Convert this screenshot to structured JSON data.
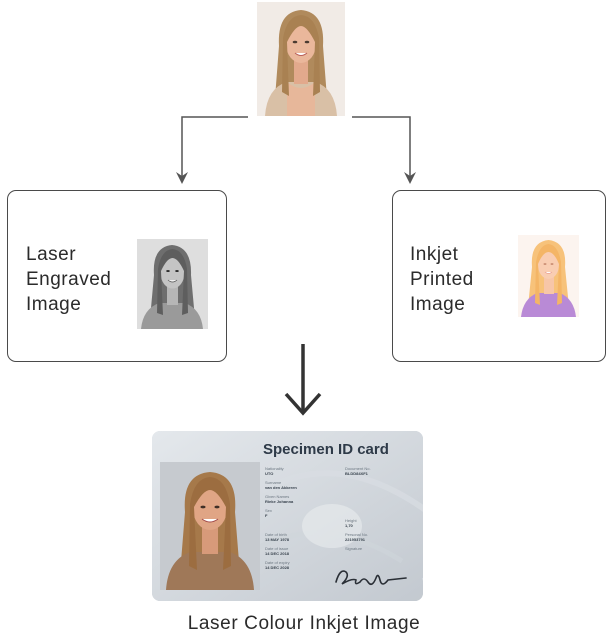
{
  "labels": {
    "left": [
      "Laser",
      "Engraved",
      "Image"
    ],
    "right": [
      "Inkjet",
      "Printed",
      "Image"
    ],
    "caption": "Laser Colour Inkjet Image"
  },
  "id_card": {
    "title": "Specimen ID card",
    "fields_left": [
      {
        "label": "Nationality",
        "value": "UTO"
      },
      {
        "label": "Surname",
        "value": "van den Akkeren"
      },
      {
        "label": "Given Names",
        "value": "Rieke Johanna"
      },
      {
        "label": "Sex",
        "value": "F"
      },
      {
        "label": "Date of birth",
        "value": "13 MAY 1978"
      },
      {
        "label": "Date of issue",
        "value": "14 DEC 2018"
      },
      {
        "label": "Date of expiry",
        "value": "14 DEC 2028"
      }
    ],
    "fields_right": [
      {
        "label": "Document No.",
        "value": "BLDD84XF1"
      },
      {
        "label": "Height",
        "value": "1,70"
      },
      {
        "label": "Personal No.",
        "value": "221953791"
      },
      {
        "label": "Signature",
        "value": ""
      }
    ]
  },
  "colors": {
    "line": "#555555",
    "box_border": "#4a4a4a",
    "text": "#2b2b2b"
  }
}
